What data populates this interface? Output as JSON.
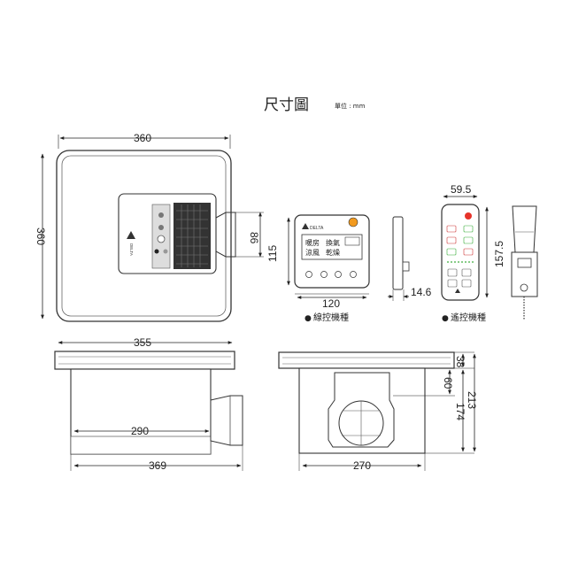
{
  "title": "尺寸圖",
  "unit_label": "單位 : mm",
  "top_view": {
    "width_dim": "360",
    "height_dim": "360",
    "depth_dim": "86"
  },
  "wired_controller": {
    "width_dim": "120",
    "height_dim": "115",
    "depth_dim": "14.6",
    "caption": "線控機種",
    "buttons": [
      "暖房",
      "換氣",
      "涼風",
      "乾燥"
    ]
  },
  "remote_controller": {
    "width_dim": "59.5",
    "height_dim": "157.5",
    "caption": "遙控機種"
  },
  "side_view": {
    "top_dim": "355",
    "mid_dim": "290",
    "bottom_dim": "369"
  },
  "front_view": {
    "width_dim": "270",
    "d1": "38",
    "d2": "60",
    "d3": "174",
    "total": "213"
  },
  "brand_text": "DELTA"
}
